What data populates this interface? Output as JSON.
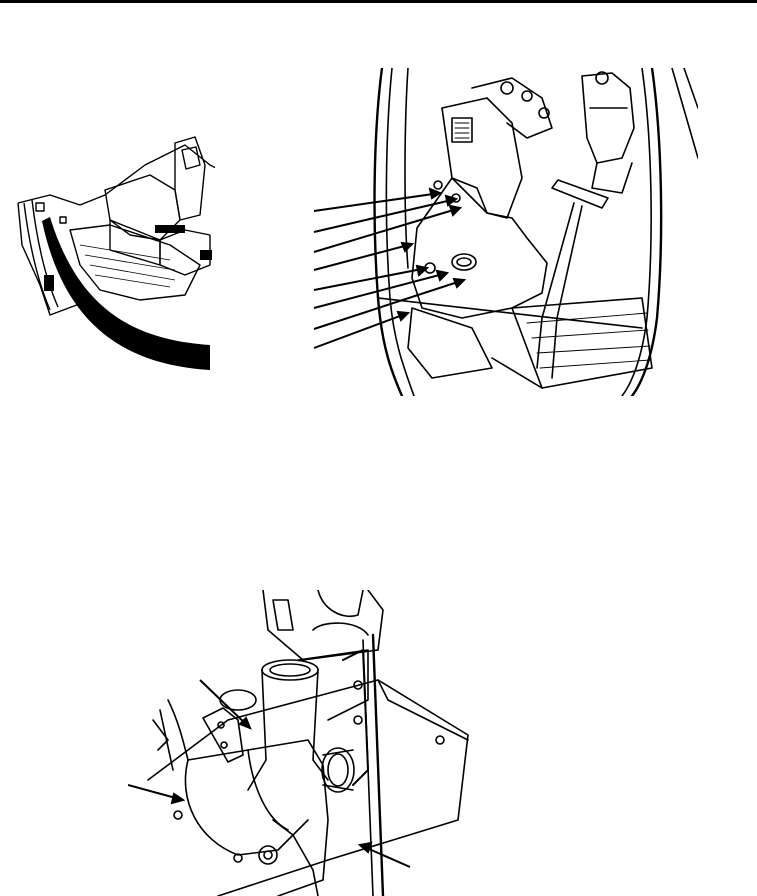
{
  "page": {
    "figures": [
      "cab-overview-illustration",
      "cab-interior-callout-illustration",
      "duct-assembly-illustration"
    ],
    "colors": {
      "ink": "#000000",
      "paper": "#ffffff"
    }
  }
}
